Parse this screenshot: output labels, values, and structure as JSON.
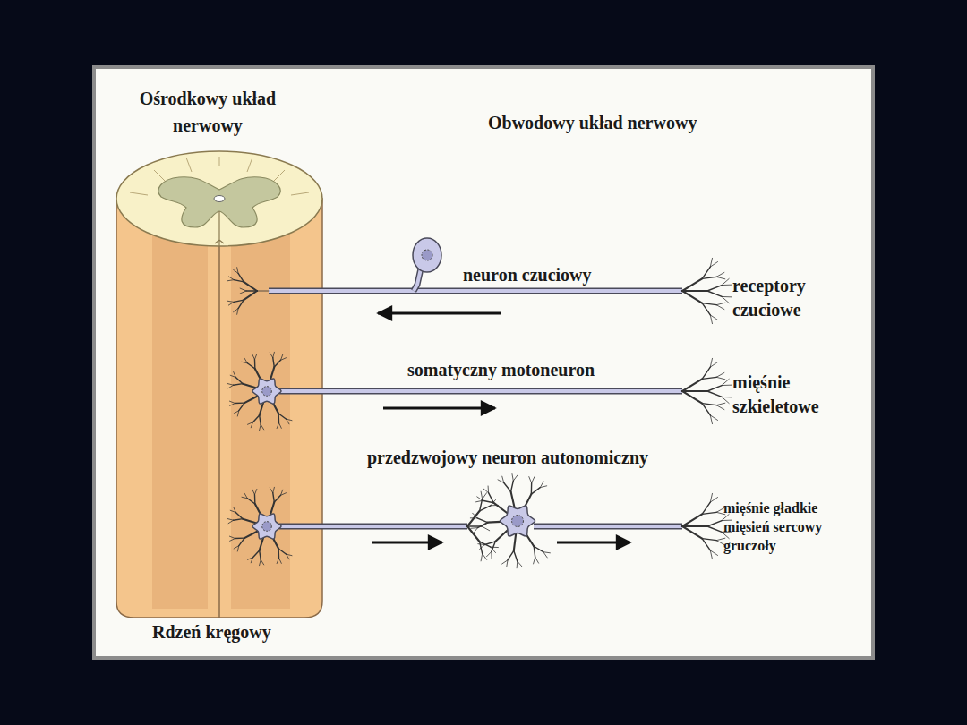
{
  "diagram": {
    "labels": [
      "Ośrodkowy układ nerwowy",
      "Obwodowy układ nerwowy",
      "neuron czuciowy",
      "receptory czuciowe",
      "somatyczny motoneuron",
      "mięśnie szkieletowe",
      "przedzwojowy neuron autonomiczny",
      "mięśnie gładkie",
      "mięsień sercowy",
      "gruczoły",
      "Rdzeń kręgowy"
    ]
  }
}
